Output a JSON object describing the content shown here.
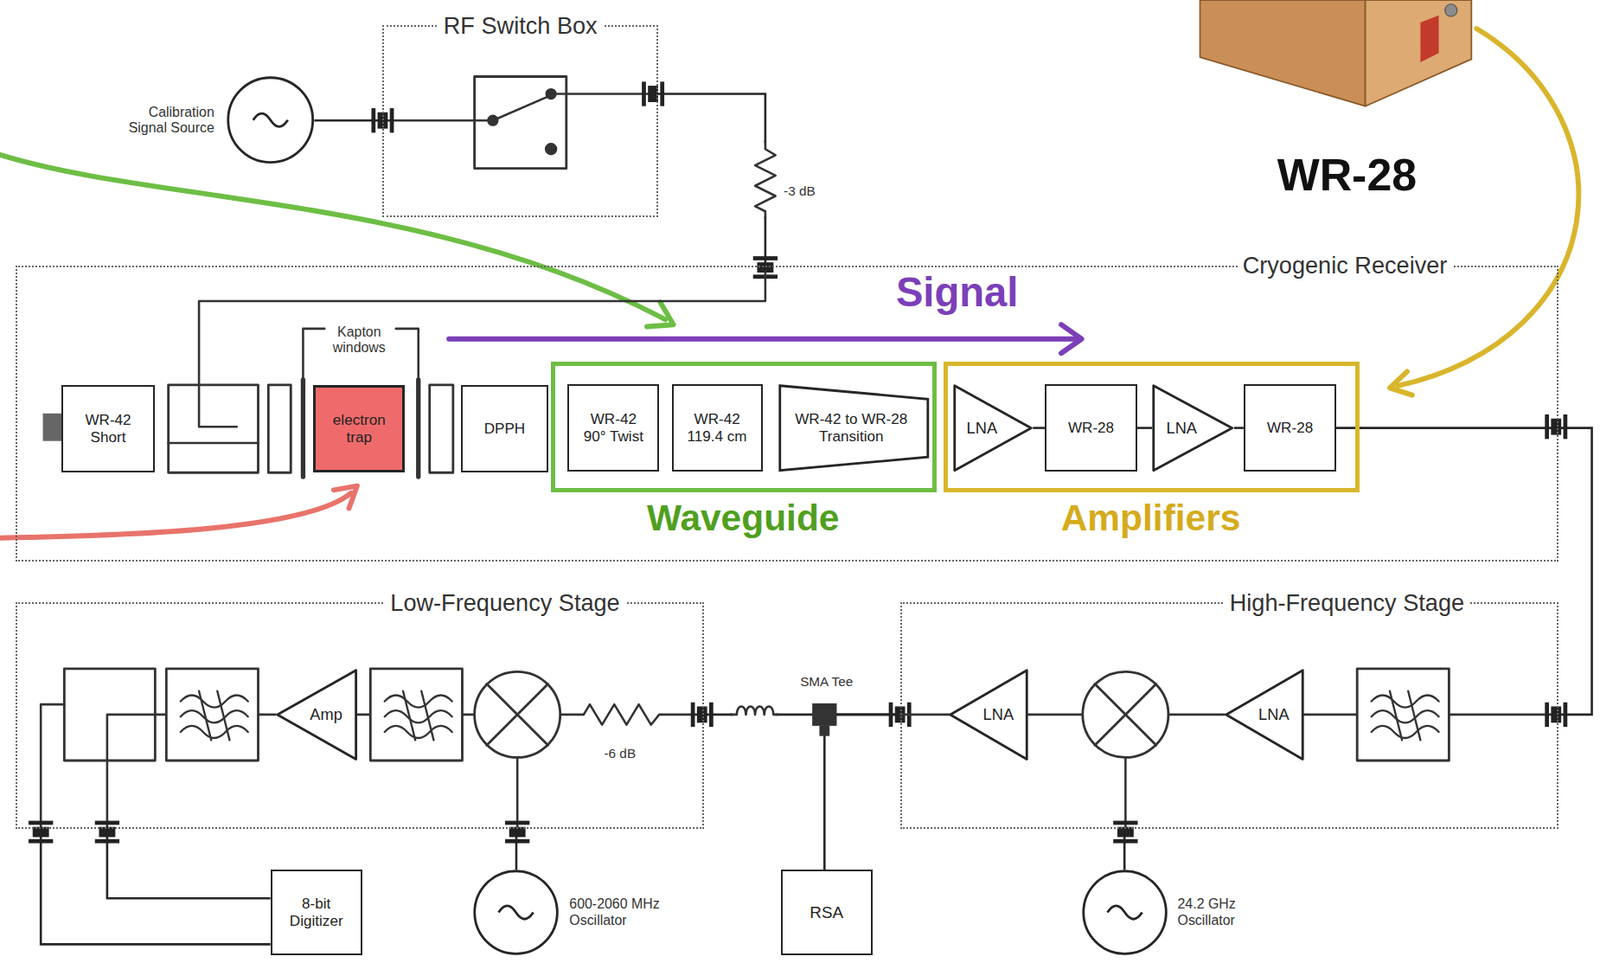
{
  "diagram": {
    "nodes": [
      {
        "text": [
          "RF Switch Box"
        ]
      },
      {
        "text": [
          "Calibration Signal Source"
        ]
      },
      {
        "text": [
          "Cryogenic Receiver"
        ]
      },
      {
        "text": [
          "WR-42 Short"
        ],
        "in": 2
      },
      {
        "text": [
          "electron trap"
        ],
        "in": 2
      },
      {
        "text": [
          "DPPH"
        ],
        "in": 2
      },
      {
        "text": [
          "Waveguide"
        ],
        "in": 2
      },
      {
        "text": [
          "WR-42 90° Twist"
        ],
        "in": 6
      },
      {
        "text": [
          "WR-42 119.4 cm"
        ],
        "in": 6
      },
      {
        "text": [
          "WR-42 to WR-28 Transition"
        ],
        "in": 6
      },
      {
        "text": [
          "Amplifiers"
        ],
        "in": 2
      },
      {
        "text": [
          "LNA"
        ],
        "in": 10
      },
      {
        "text": [
          "WR-28"
        ],
        "in": 10
      },
      {
        "text": [
          "LNA"
        ],
        "in": 10
      },
      {
        "text": [
          "WR-28"
        ],
        "in": 10
      },
      {
        "text": [
          "Low-Frequency Stage"
        ]
      },
      {
        "text": [
          "Amp"
        ],
        "in": 15
      },
      {
        "text": [
          "High-Frequency Stage"
        ]
      },
      {
        "text": [
          "LNA"
        ],
        "in": 17
      },
      {
        "text": [
          "LNA"
        ],
        "in": 17
      },
      {
        "text": [
          "8-bit Digitizer"
        ]
      },
      {
        "text": [
          "600-2060 MHz Oscillator"
        ]
      },
      {
        "text": [
          "RSA"
        ]
      },
      {
        "text": [
          "24.2 GHz Oscillator"
        ]
      }
    ],
    "edges": [
      {
        "from": 1,
        "to": 0,
        "arrow": "none"
      },
      {
        "from": 0,
        "to": 2,
        "arrow": "none"
      },
      {
        "from": 11,
        "to": 12,
        "arrow": "none"
      },
      {
        "from": 12,
        "to": 13,
        "arrow": "none"
      },
      {
        "from": 13,
        "to": 14,
        "arrow": "none"
      },
      {
        "from": 14,
        "to": 17,
        "arrow": "none"
      },
      {
        "from": 17,
        "to": 15,
        "arrow": "none"
      },
      {
        "from": 21,
        "to": 15,
        "arrow": "none"
      },
      {
        "from": 23,
        "to": 17,
        "arrow": "none"
      },
      {
        "from": 15,
        "to": 20,
        "arrow": "none"
      },
      {
        "from": 15,
        "to": 20,
        "arrow": "none"
      },
      {
        "from": 17,
        "to": 22,
        "arrow": "none"
      }
    ],
    "labels": [
      "-3 dB",
      "WR-28",
      "Kapton windows",
      "Signal",
      "-6 dB",
      "SMA Tee"
    ]
  }
}
